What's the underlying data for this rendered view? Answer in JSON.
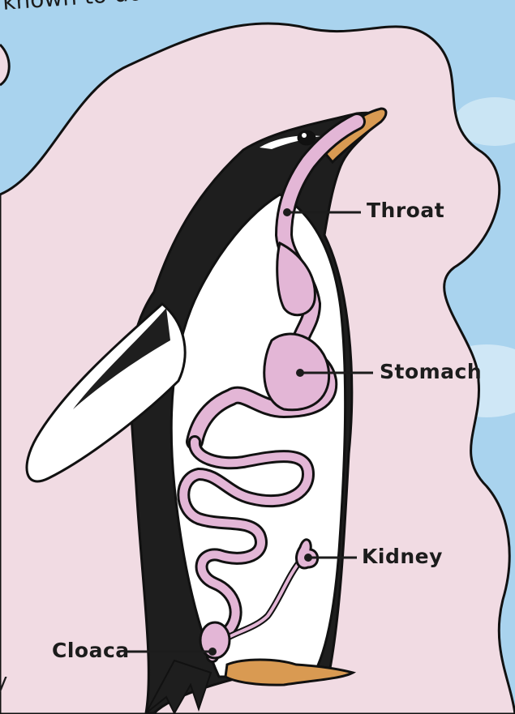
{
  "header": {
    "caption_fragment": "known to do this."
  },
  "edge_fragment": "y",
  "labels": {
    "throat": "Throat",
    "stomach": "Stomach",
    "kidney": "Kidney",
    "cloaca": "Cloaca"
  },
  "colors": {
    "sky": "#a9d3ee",
    "background_blob": "#f1dbe3",
    "penguin_black": "#1e1e1e",
    "belly_white": "#ffffff",
    "organ_pink": "#e3b6d6",
    "beak_orange": "#d99a52",
    "outline": "#111111"
  }
}
